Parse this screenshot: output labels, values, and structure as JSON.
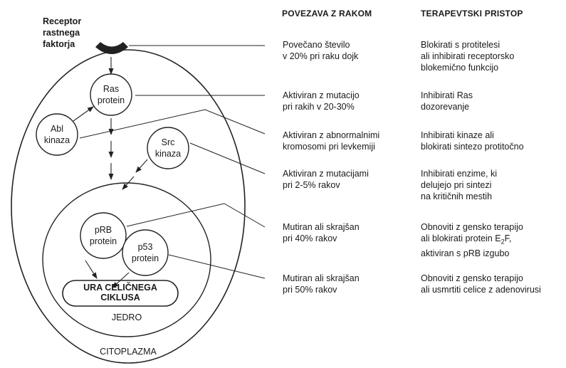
{
  "headers": {
    "connection": "POVEZAVA Z RAKOM",
    "therapy": "TERAPEVTSKI PRISTOP"
  },
  "cell": {
    "receptor": [
      "Receptor",
      "rastnega",
      "faktorja"
    ],
    "ras": [
      "Ras",
      "protein"
    ],
    "abl": [
      "Abl",
      "kinaza"
    ],
    "src": [
      "Src",
      "kinaza"
    ],
    "prb": [
      "pRB",
      "protein"
    ],
    "p53": [
      "p53",
      "protein"
    ],
    "clock": [
      "URA CELIČNEGA",
      "CIKLUSA"
    ],
    "nucleus": "JEDRO",
    "cytoplasm": "CITOPLAZMA"
  },
  "rows": [
    {
      "connection": [
        "Povečano število",
        "v 20% pri raku dojk"
      ],
      "therapy": [
        "Blokirati s protitelesi",
        "ali inhibirati receptorsko",
        "blokemično funkcijo"
      ]
    },
    {
      "connection": [
        "Aktiviran z mutacijo",
        "pri rakih v 20-30%"
      ],
      "therapy": [
        "Inhibirati Ras",
        "dozorevanje"
      ]
    },
    {
      "connection": [
        "Aktiviran z abnormalnimi",
        "kromosomi pri levkemiji"
      ],
      "therapy": [
        "Inhibirati kinaze ali",
        "blokirati sintezo protitočno"
      ]
    },
    {
      "connection": [
        "Aktiviran z mutacijami",
        "pri 2-5% rakov"
      ],
      "therapy": [
        "Inhibirati enzime, ki",
        "delujejo pri sintezi",
        "na kritičnih mestih"
      ]
    },
    {
      "connection": [
        "Mutiran ali skrajšan",
        "pri 40% rakov"
      ],
      "therapy": [
        "Obnoviti z gensko terapijo",
        "ali blokirati protein E",
        "aktiviran s pRB izgubo"
      ],
      "therapy_sub": "2",
      "therapy_tail": "F,"
    },
    {
      "connection": [
        "Mutiran ali skrajšan",
        "pri 50% rakov"
      ],
      "therapy": [
        "Obnoviti z gensko terapijo",
        "ali usmrtiti celice z adenovirusi"
      ]
    }
  ]
}
